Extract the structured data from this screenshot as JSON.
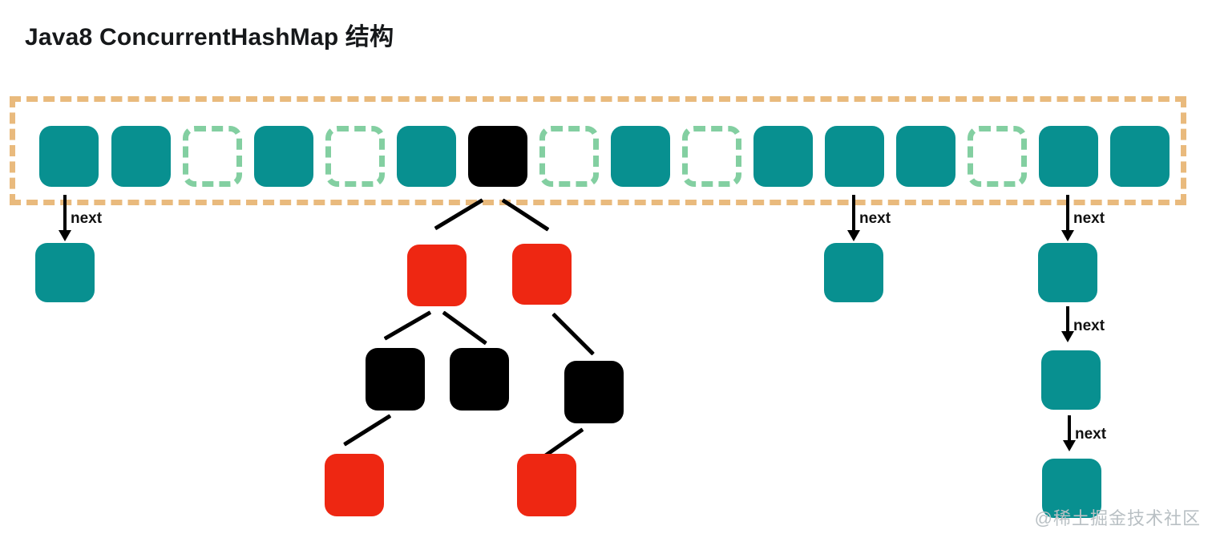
{
  "title": "Java8 ConcurrentHashMap 结构",
  "watermark": "@稀土掘金技术社区",
  "colors": {
    "background": "#ffffff",
    "teal_node": "#089090",
    "red_node": "#ee2712",
    "black_node": "#000000",
    "empty_slot_border": "#83cfa1",
    "array_container_border": "#e9ba7d",
    "title_text": "#16181a",
    "arrow": "#000000",
    "watermark_text": "#b9c0c4"
  },
  "bucket_array": {
    "name": "table",
    "slot_count": 16,
    "slots": [
      {
        "index": 0,
        "state": "filled"
      },
      {
        "index": 1,
        "state": "filled"
      },
      {
        "index": 2,
        "state": "empty"
      },
      {
        "index": 3,
        "state": "filled"
      },
      {
        "index": 4,
        "state": "empty"
      },
      {
        "index": 5,
        "state": "filled"
      },
      {
        "index": 6,
        "state": "treebin"
      },
      {
        "index": 7,
        "state": "empty"
      },
      {
        "index": 8,
        "state": "filled"
      },
      {
        "index": 9,
        "state": "empty"
      },
      {
        "index": 10,
        "state": "filled"
      },
      {
        "index": 11,
        "state": "filled"
      },
      {
        "index": 12,
        "state": "filled"
      },
      {
        "index": 13,
        "state": "empty"
      },
      {
        "index": 14,
        "state": "filled"
      },
      {
        "index": 15,
        "state": "filled"
      }
    ]
  },
  "chains": [
    {
      "id": "chain-slot-0",
      "source_slot": 0,
      "links": [
        {
          "label": "next"
        }
      ],
      "nodes": [
        {
          "color": "teal"
        }
      ]
    },
    {
      "id": "chain-slot-11",
      "source_slot": 11,
      "links": [
        {
          "label": "next"
        }
      ],
      "nodes": [
        {
          "color": "teal"
        }
      ]
    },
    {
      "id": "chain-slot-14",
      "source_slot": 14,
      "links": [
        {
          "label": "next"
        },
        {
          "label": "next"
        },
        {
          "label": "next"
        }
      ],
      "nodes": [
        {
          "color": "teal"
        },
        {
          "color": "teal"
        },
        {
          "color": "teal"
        }
      ]
    }
  ],
  "tree": {
    "source_slot": 6,
    "root_color": "black",
    "nodes": [
      {
        "id": "tree-node-1",
        "color": "red",
        "level": 1
      },
      {
        "id": "tree-node-2",
        "color": "red",
        "level": 1
      },
      {
        "id": "tree-node-3",
        "color": "black",
        "level": 2
      },
      {
        "id": "tree-node-4",
        "color": "black",
        "level": 2
      },
      {
        "id": "tree-node-5",
        "color": "black",
        "level": 2
      },
      {
        "id": "tree-node-6",
        "color": "red",
        "level": 3
      },
      {
        "id": "tree-node-7",
        "color": "red",
        "level": 3
      }
    ]
  }
}
